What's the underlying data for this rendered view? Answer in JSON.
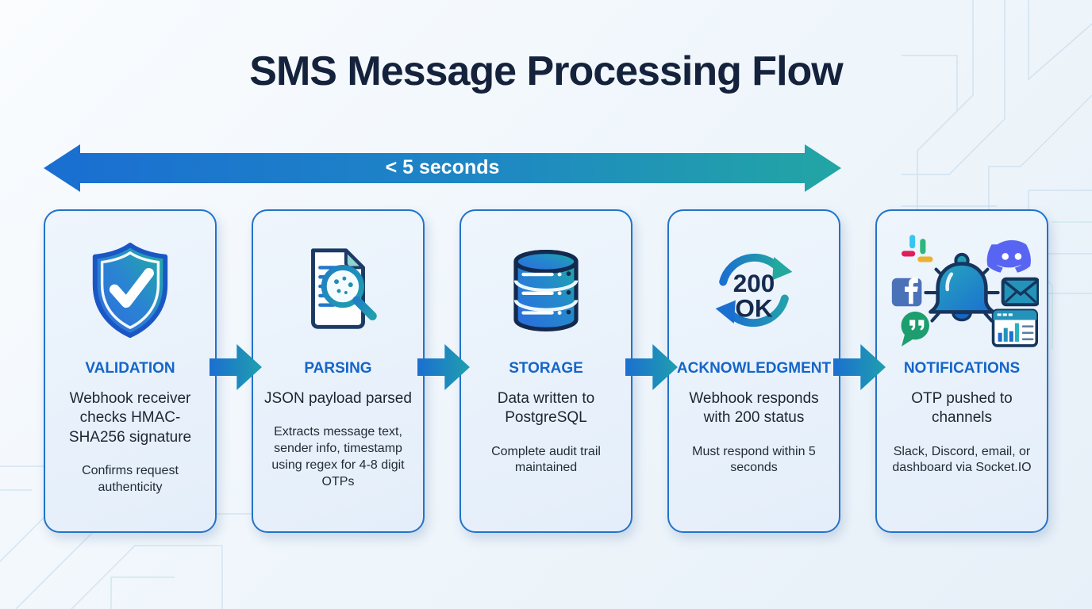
{
  "title": "SMS Message Processing Flow",
  "timeline": {
    "label": "< 5 seconds"
  },
  "steps": [
    {
      "icon": "shield-check-icon",
      "title": "VALIDATION",
      "description": "Webhook receiver checks HMAC-SHA256 signature",
      "note": "Confirms request authenticity"
    },
    {
      "icon": "document-search-icon",
      "title": "PARSING",
      "description": "JSON payload parsed",
      "note": "Extracts message text, sender info, timestamp using regex for 4-8 digit OTPs"
    },
    {
      "icon": "database-icon",
      "title": "STORAGE",
      "description": "Data written to PostgreSQL",
      "note": "Complete audit trail maintained"
    },
    {
      "icon": "http-200-cycle-icon",
      "title": "ACKNOWLEDGMENT",
      "description": "Webhook responds with 200 status",
      "note": "Must respond within 5 seconds",
      "badge": {
        "line1": "200",
        "line2": "OK"
      }
    },
    {
      "icon": "notification-channels-icon",
      "title": "NOTIFICATIONS",
      "description": "OTP pushed to channels",
      "note": "Slack, Discord, email, or dashboard via Socket.IO",
      "channel_icons": [
        "slack-icon",
        "discord-icon",
        "facebook-icon",
        "email-icon",
        "hangouts-icon",
        "dashboard-icon",
        "bell-icon"
      ]
    }
  ],
  "colors": {
    "accent_blue": "#1b6fd0",
    "accent_teal": "#1f9fae",
    "navy": "#15223c",
    "card_border": "#2273c9",
    "step_title_blue": "#1565c8",
    "card_background": "#e9f2fb"
  }
}
